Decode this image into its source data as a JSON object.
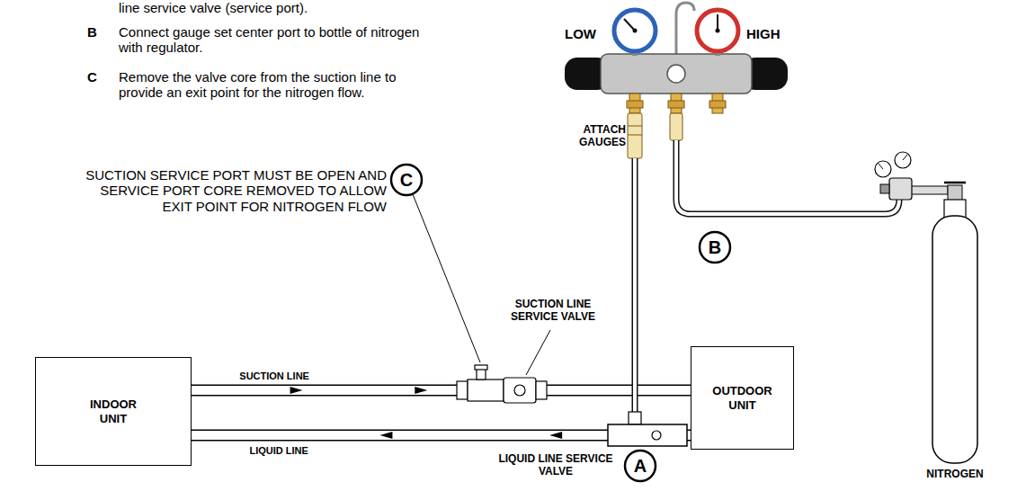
{
  "diagram": {
    "nodes": [
      {
        "text": [
          "INDOOR UNIT"
        ]
      },
      {
        "text": [
          "OUTDOOR UNIT"
        ]
      }
    ],
    "edges": [
      {
        "from": 0,
        "to": 1,
        "arrow": "to",
        "label": "SUCTION LINE"
      },
      {
        "from": 1,
        "to": 0,
        "arrow": "to",
        "label": "LIQUID LINE"
      }
    ],
    "labels": [
      "line service valve (service port).",
      "B",
      "Connect gauge set center port to bottle of nitrogen with regulator.",
      "C",
      "Remove the valve core from the suction line to provide an exit point for the nitrogen flow.",
      "LOW",
      "HIGH",
      "ATTACH GAUGES",
      "B",
      "SUCTION SERVICE PORT MUST BE OPEN AND SERVICE PORT CORE REMOVED TO ALLOW EXIT POINT FOR NITROGEN FLOW",
      "C",
      "SUCTION LINE SERVICE VALVE",
      "A",
      "LIQUID LINE SERVICE VALVE",
      "NITROGEN"
    ]
  }
}
